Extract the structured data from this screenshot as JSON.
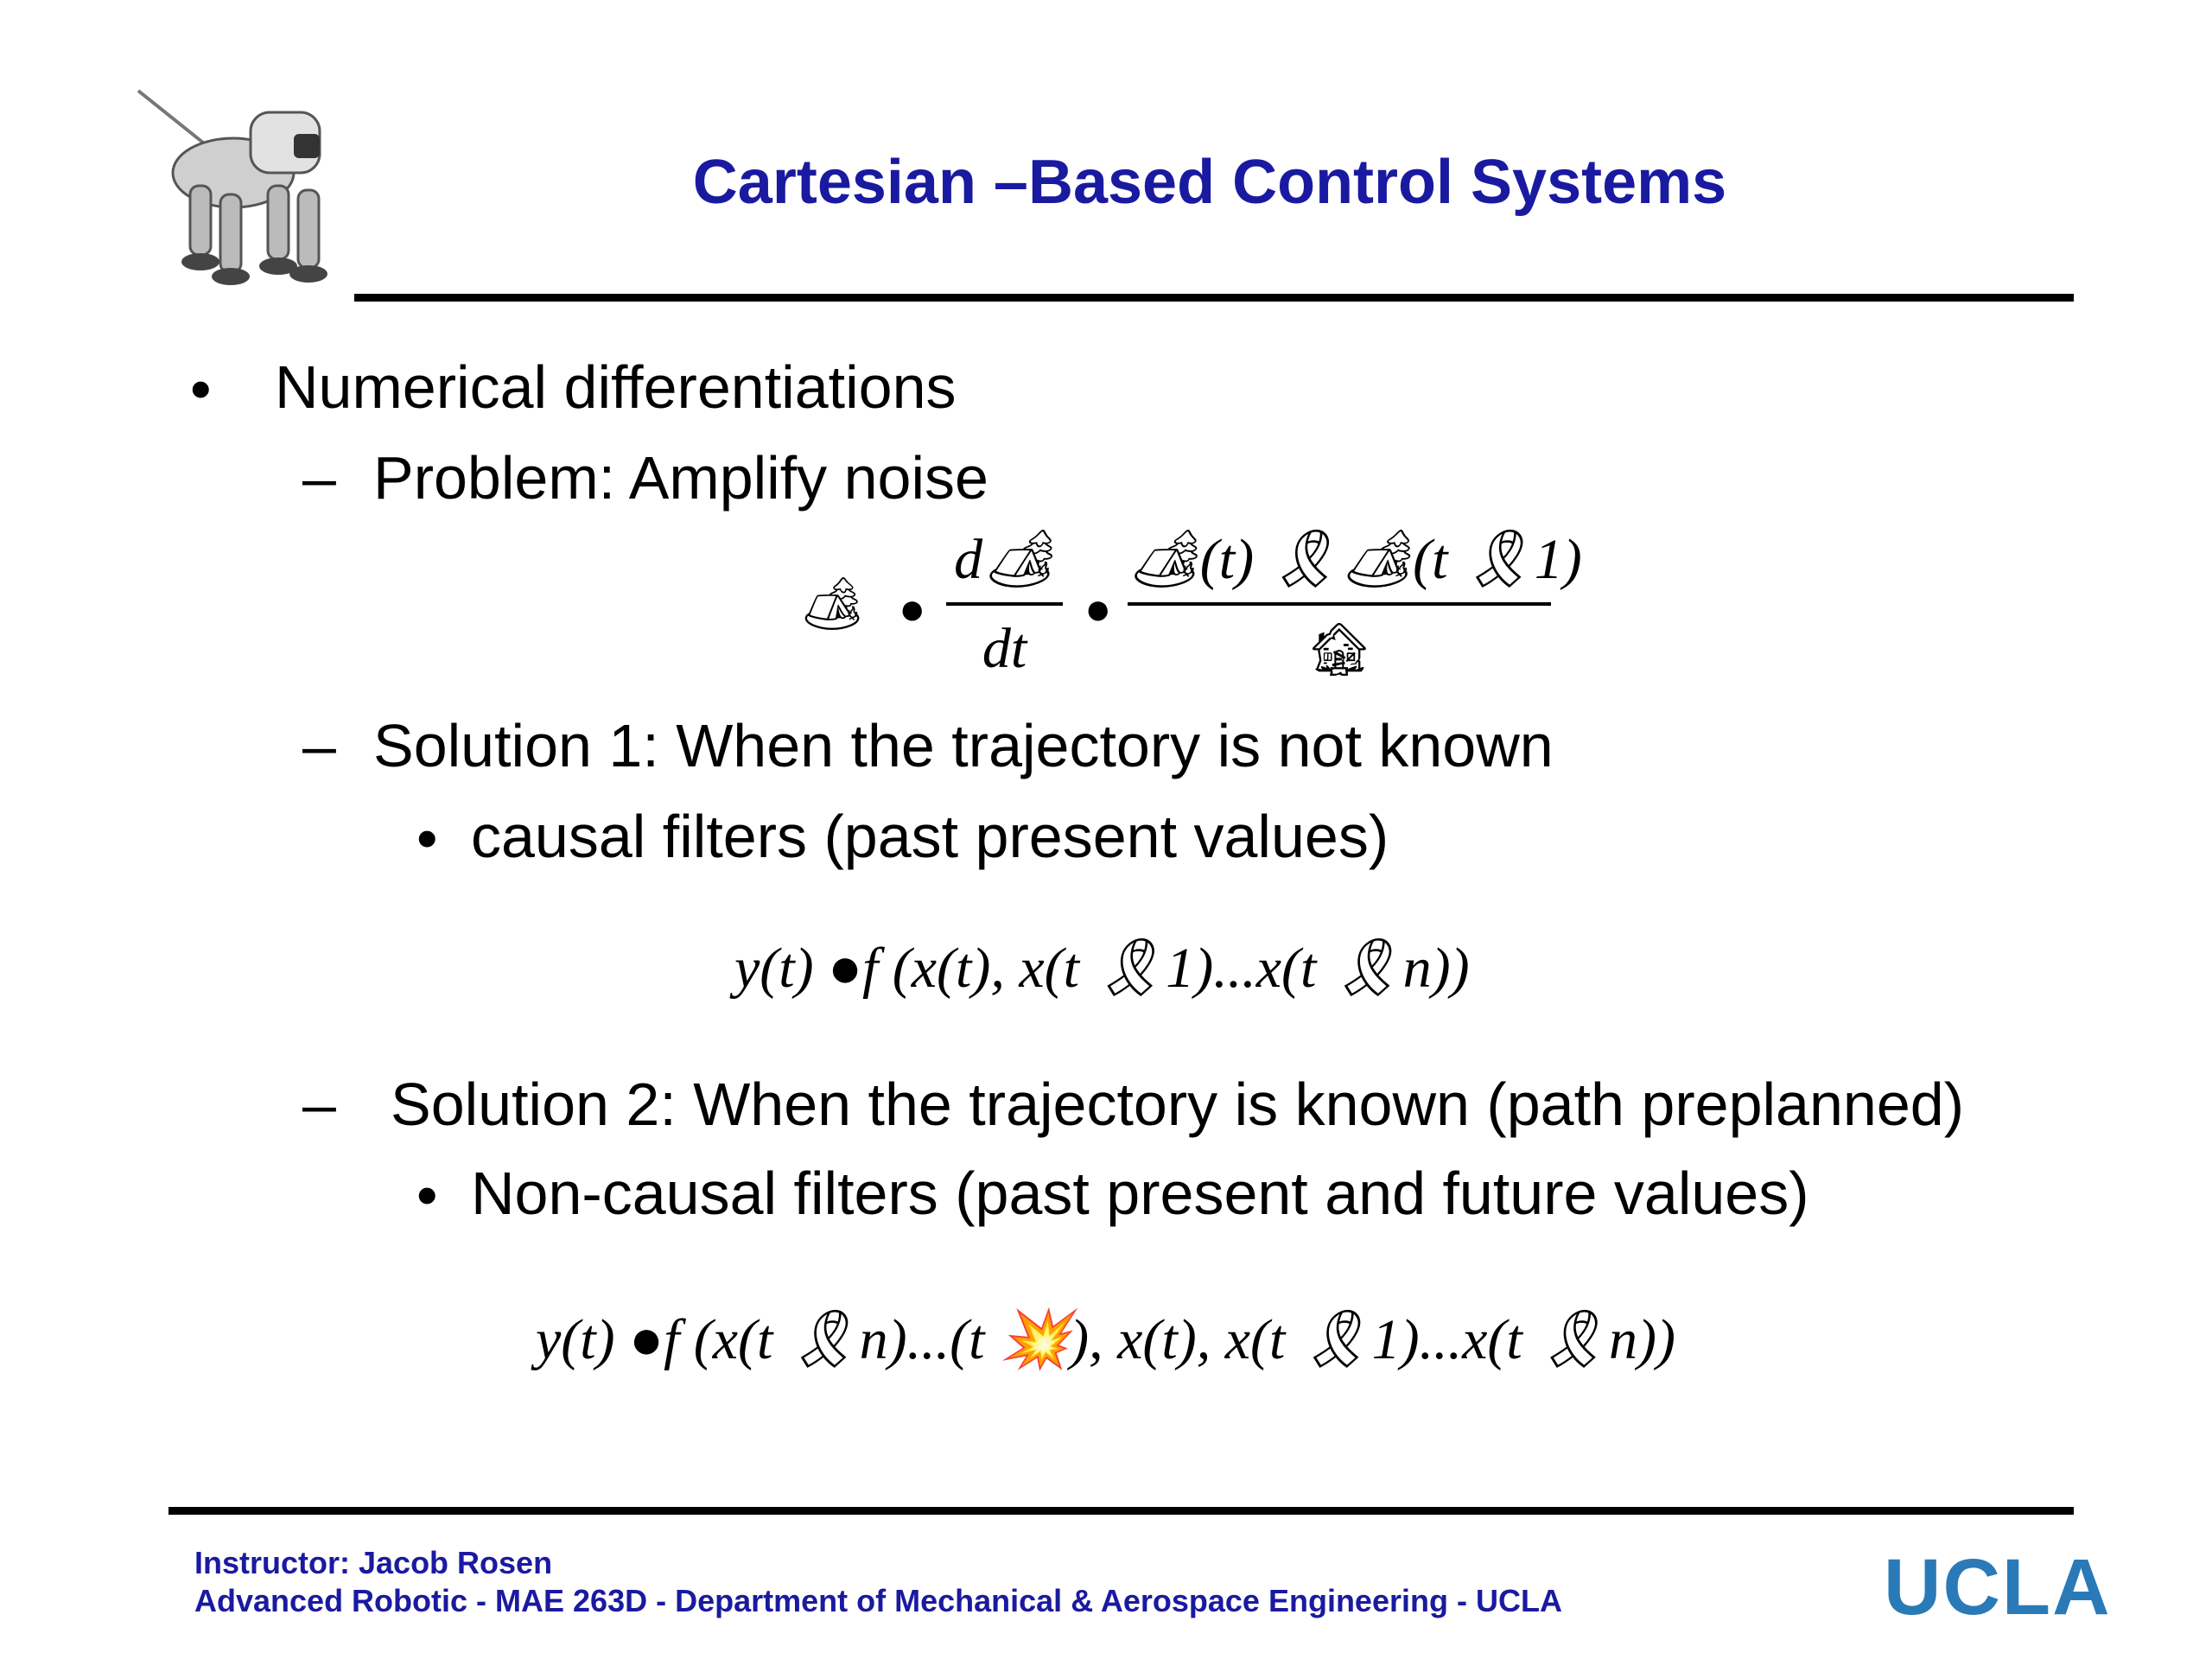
{
  "header": {
    "title": "Cartesian –Based Control Systems"
  },
  "markers": {
    "bullet": "•",
    "dash": "–"
  },
  "content": {
    "item1": "Numerical differentiations",
    "item1_sub1": "Problem: Amplify noise",
    "item1_sub2": "Solution 1: When the trajectory is not known",
    "item1_sub2_a": "causal filters  (past present values)",
    "item1_sub3": "Solution 2: When the trajectory is known (path preplanned)",
    "item1_sub3_a": "Non-causal filters (past present and future values)"
  },
  "equations": {
    "eq1_lhs": "🏕",
    "eq1_eq": "●",
    "eq1_frac1_num": "d🏕",
    "eq1_frac1_den": "dt",
    "eq1_eq2": "●",
    "eq1_frac2_num": "🏕(t) 🎗🏕(t 🎗1)",
    "eq1_frac2_den": "🏚",
    "eq2": "y(t) ●f (x(t), x(t 🎗1)...x(t 🎗n))",
    "eq3": "y(t) ●f (x(t 🎗n)...(t 💥), x(t), x(t 🎗1)...x(t 🎗n))"
  },
  "footer": {
    "instructor": "Instructor: Jacob Rosen",
    "course": "Advanced Robotic - MAE 263D - Department of Mechanical & Aerospace Engineering - UCLA",
    "logo_text": "UCLA"
  },
  "icons": {
    "logo": "robot-dog-icon"
  }
}
